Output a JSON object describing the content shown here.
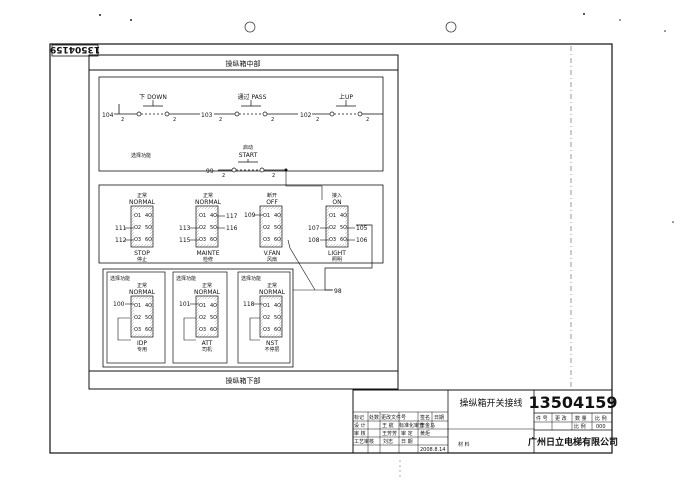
{
  "sheet_tag": "13504159",
  "top_label": "操纵箱中部",
  "bottom_label": "操纵箱下部",
  "row1": {
    "down": {
      "title": "下 DOWN",
      "num": "104",
      "c1": "2",
      "c2": "2"
    },
    "pass": {
      "title": "通过 PASS",
      "num": "103",
      "c1": "2",
      "c2": "2"
    },
    "up": {
      "title": "上UP",
      "num": "102",
      "c1": "2",
      "c2": "2"
    }
  },
  "select_func": "选择功能",
  "start": {
    "line1": "启动",
    "line2": "START",
    "num": "99",
    "c1": "2",
    "c2": "2"
  },
  "switches": {
    "stop": {
      "t1": "正常",
      "t2": "NORMAL",
      "b1": "STOP",
      "b2": "停止",
      "l1": "111",
      "l2": "112"
    },
    "mainte": {
      "t1": "正常",
      "t2": "NORMAL",
      "b1": "MAINTE",
      "b2": "检修",
      "l1": "113",
      "l2": "115",
      "r1": "117",
      "r2": "116"
    },
    "vfan": {
      "t1": "断开",
      "t2": "OFF",
      "b1": "V.FAN",
      "b2": "风扇",
      "l0": "109"
    },
    "light": {
      "t1": "接入",
      "t2": "ON",
      "b1": "LIGHT",
      "b2": "照明",
      "l1": "107",
      "l2": "108",
      "r1": "105",
      "r2": "106"
    },
    "idp": {
      "h": "选择功能",
      "t1": "正常",
      "t2": "NORMAL",
      "b1": "IDP",
      "b2": "专用",
      "l0": "100"
    },
    "att": {
      "h": "选择功能",
      "t1": "正常",
      "t2": "NORMAL",
      "b1": "ATT",
      "b2": "司机",
      "l0": "101"
    },
    "nst": {
      "h": "选择功能",
      "t1": "正常",
      "t2": "NORMAL",
      "b1": "NST",
      "b2": "不停层",
      "l0": "118"
    }
  },
  "pin_labels": [
    "O1",
    "4O",
    "O2",
    "5O",
    "O3",
    "6O"
  ],
  "node_98": "98",
  "title_block": {
    "drawing_title": "操纵箱开关接线",
    "drawing_number": "13504159",
    "company": "广州日立电梯有限公司",
    "material_label": "材 料",
    "scale_label": "比 例",
    "scale_value": "000",
    "date": "2008.8.14",
    "hdr": [
      "件 号",
      "更 改",
      "数 量",
      "比 例"
    ],
    "r1": [
      "标记",
      "处数",
      "更改文件号",
      "签名",
      "日期"
    ],
    "r2": [
      "设 计",
      "王 航",
      "标准化审查",
      "李金马"
    ],
    "r3": [
      "审 核",
      "王芳芳",
      "审 定",
      "黄炬"
    ],
    "r4": [
      "工艺审核",
      "刘志",
      "日 期"
    ]
  }
}
